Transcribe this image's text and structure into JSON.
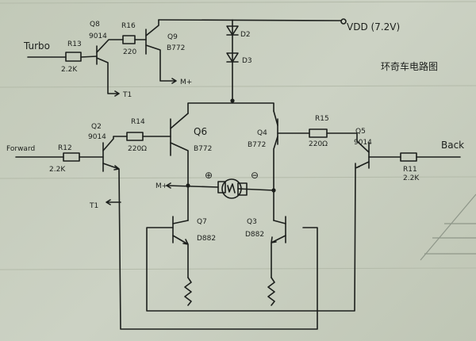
{
  "title": "环奇车电路图",
  "supply": {
    "label": "VDD (7.2V)"
  },
  "inputs": {
    "turbo": "Turbo",
    "forward": "Forward",
    "back": "Back"
  },
  "outputs": {
    "t1_top": "T1",
    "t1_left": "T1",
    "m_plus_top": "M+",
    "m_plus_mid": "M+"
  },
  "motor": {
    "plus": "⊕",
    "minus": "⊖",
    "symbol": "M"
  },
  "diodes": [
    {
      "name": "D2"
    },
    {
      "name": "D3"
    }
  ],
  "resistors": [
    {
      "name": "R13",
      "value": "2.2K"
    },
    {
      "name": "R16",
      "value": "220"
    },
    {
      "name": "R12",
      "value": "2.2K"
    },
    {
      "name": "R14",
      "value": "220Ω"
    },
    {
      "name": "R15",
      "value": "220Ω"
    },
    {
      "name": "R11",
      "value": "2.2K"
    }
  ],
  "transistors": [
    {
      "name": "Q8",
      "part": "9014"
    },
    {
      "name": "Q9",
      "part": "B772"
    },
    {
      "name": "Q2",
      "part": "9014"
    },
    {
      "name": "Q6",
      "part": "B772"
    },
    {
      "name": "Q4",
      "part": "B772"
    },
    {
      "name": "Q5",
      "part": "9014"
    },
    {
      "name": "Q7",
      "part": "D882"
    },
    {
      "name": "Q3",
      "part": "D882"
    }
  ]
}
